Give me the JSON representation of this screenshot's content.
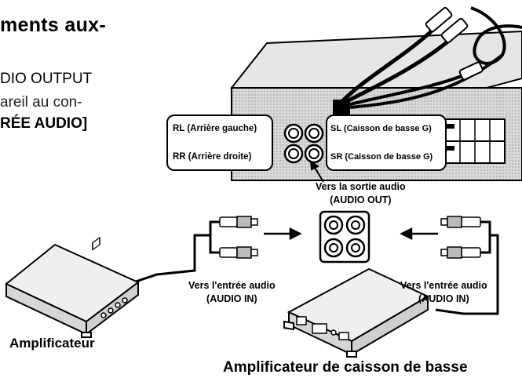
{
  "heading": {
    "title_fragment": "ments aux-",
    "line1": "DIO OUTPUT",
    "line2": "areil au con-",
    "line3": "RÉE AUDIO]"
  },
  "receiver": {
    "rl_label": "RL (Arrière gauche)",
    "rr_label": "RR (Arrière droite)",
    "sl_label": "SL (Caisson de basse G)",
    "sr_label": "SR (Caisson de basse G)"
  },
  "audio_out": {
    "line1": "Vers la sortie audio",
    "line2": "(AUDIO OUT)"
  },
  "amp_left": {
    "input_line1": "Vers l'entrée audio",
    "input_line2": "(AUDIO IN)",
    "caption": "Amplificateur"
  },
  "amp_right": {
    "input_line1": "Vers l'entrée audio",
    "input_line2": "(AUDIO IN)",
    "caption": "Amplificateur de caisson de basse"
  }
}
